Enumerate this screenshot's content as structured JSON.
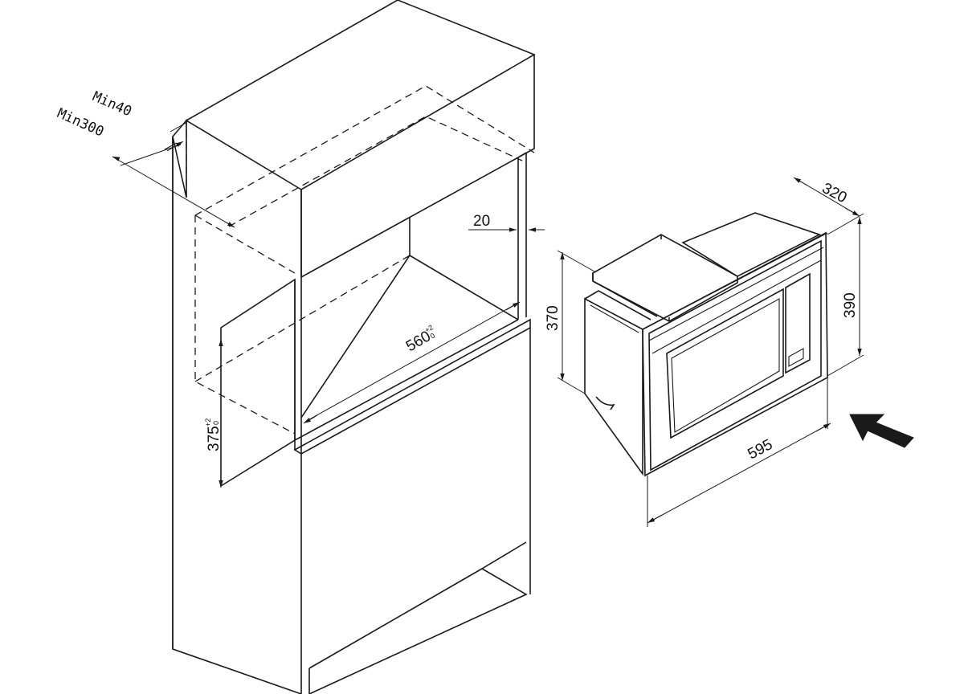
{
  "dimensions": {
    "min_depth_gap": {
      "label": "Min40"
    },
    "min_depth": {
      "label": "Min300"
    },
    "side_gap": {
      "label": "20"
    },
    "cutout_width": {
      "label": "560",
      "tol_upper": "+2",
      "tol_lower": "0"
    },
    "cutout_height": {
      "label": "375",
      "tol_upper": "+2",
      "tol_lower": "0"
    },
    "unit_height": {
      "label": "370"
    },
    "unit_depth": {
      "label": "320"
    },
    "frame_height": {
      "label": "390"
    },
    "frame_width": {
      "label": "595"
    }
  },
  "icons": {
    "insertion_arrow": "insertion-arrow-icon"
  },
  "colors": {
    "line": "#1a1a1a",
    "background": "#ffffff"
  }
}
